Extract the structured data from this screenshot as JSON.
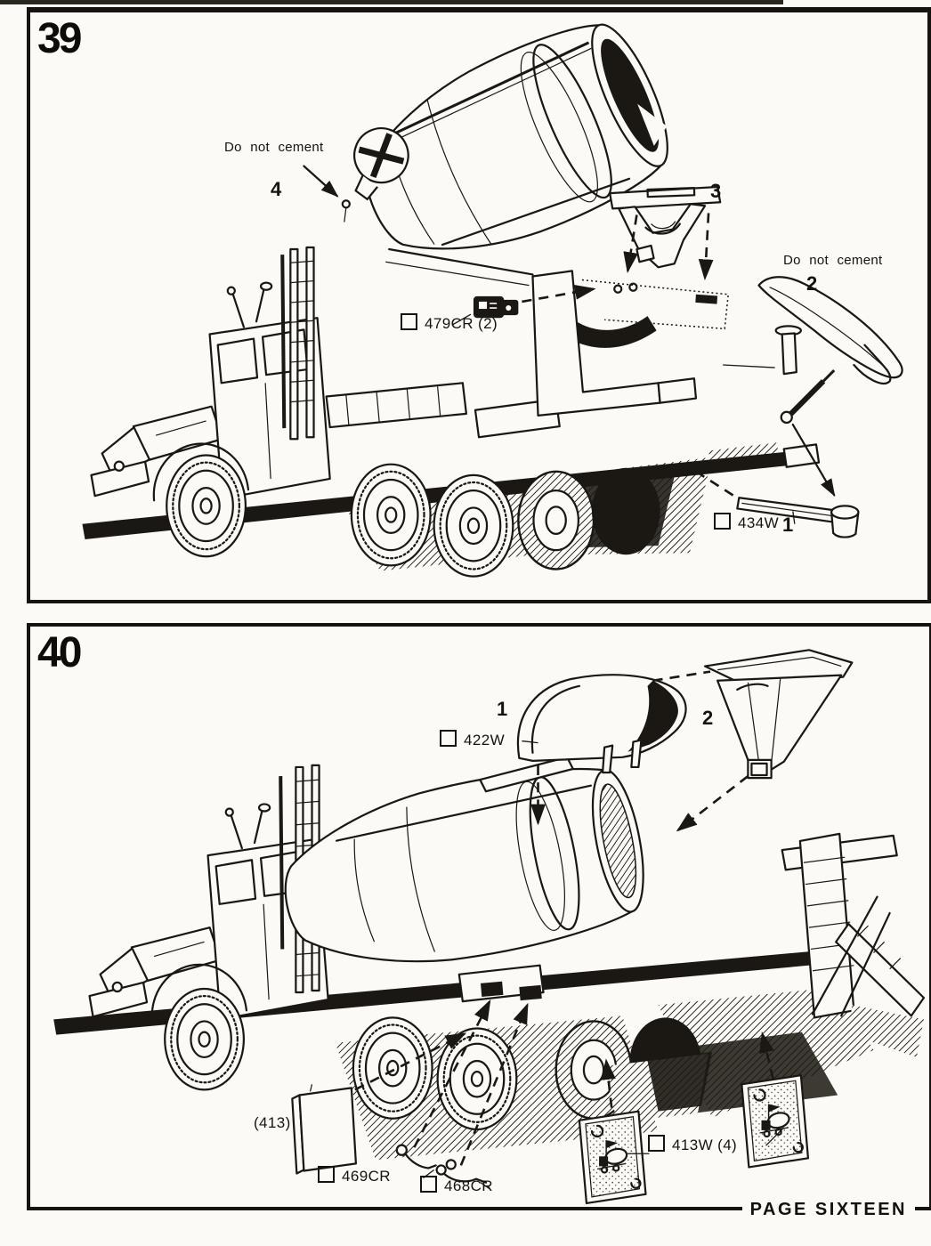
{
  "footer": {
    "page_label": "PAGE SIXTEEN"
  },
  "panel39": {
    "step_number": "39",
    "note_drum": "Do not cement",
    "note_chute_rest": "Do not cement",
    "callout_1": "1",
    "callout_2": "2",
    "callout_3": "3",
    "callout_4": "4",
    "part_479cr": "479CR (2)",
    "part_434w": "434W"
  },
  "panel40": {
    "step_number": "40",
    "callout_1": "1",
    "callout_2": "2",
    "part_422w": "422W",
    "part_413_bare": "(413)",
    "part_469cr": "469CR",
    "part_468cr": "468CR",
    "part_413w": "413W (4)"
  }
}
